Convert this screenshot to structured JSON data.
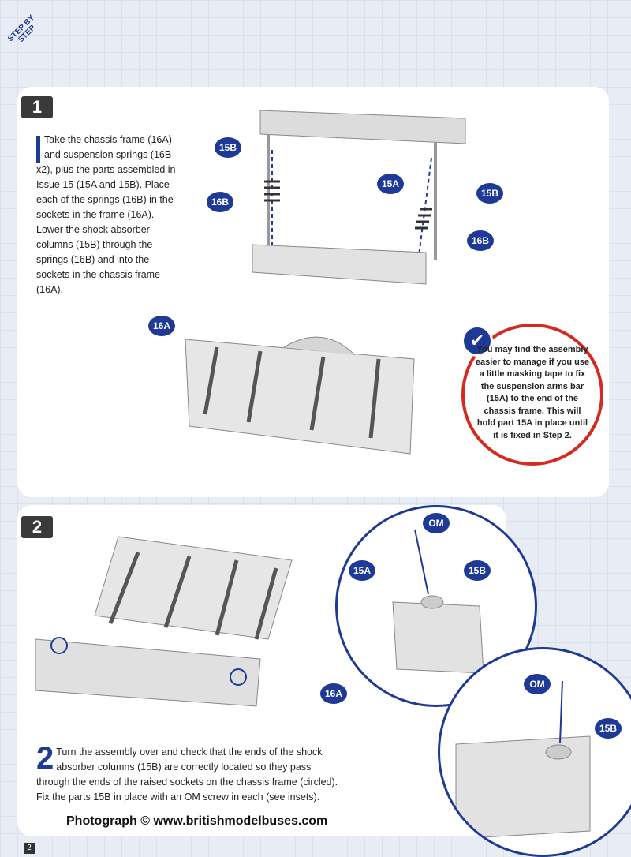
{
  "header": {
    "tag_line1": "STEP BY",
    "tag_line2": "STEP"
  },
  "step1": {
    "number": "1",
    "text": "Take the chassis frame (16A) and suspension springs (16B x2), plus the parts assembled in Issue 15 (15A and 15B). Place each of the springs (16B) in the sockets in the frame (16A). Lower the shock absorber columns (15B) through the springs (16B) and into the sockets in the chassis frame (16A).",
    "labels": [
      "15B",
      "15A",
      "15B",
      "16B",
      "16B",
      "16A"
    ]
  },
  "tip": {
    "text": "You may find the assembly easier to manage if you use a little masking tape to fix the suspension arms bar (15A) to the end of the chassis frame. This will hold part 15A in place until it is fixed in Step 2.",
    "icon": "check-icon"
  },
  "step2": {
    "number": "2",
    "text": "Turn the assembly over and check that the ends of the shock absorber columns (15B) are correctly located so they pass through the ends of the raised sockets on the chassis frame (circled). Fix the parts 15B in place with an OM screw in each (see insets).",
    "labels": [
      "16A",
      "OM",
      "15A",
      "15B",
      "OM",
      "15B"
    ]
  },
  "credit": "Photograph © www.britishmodelbuses.com",
  "page_number": "2"
}
